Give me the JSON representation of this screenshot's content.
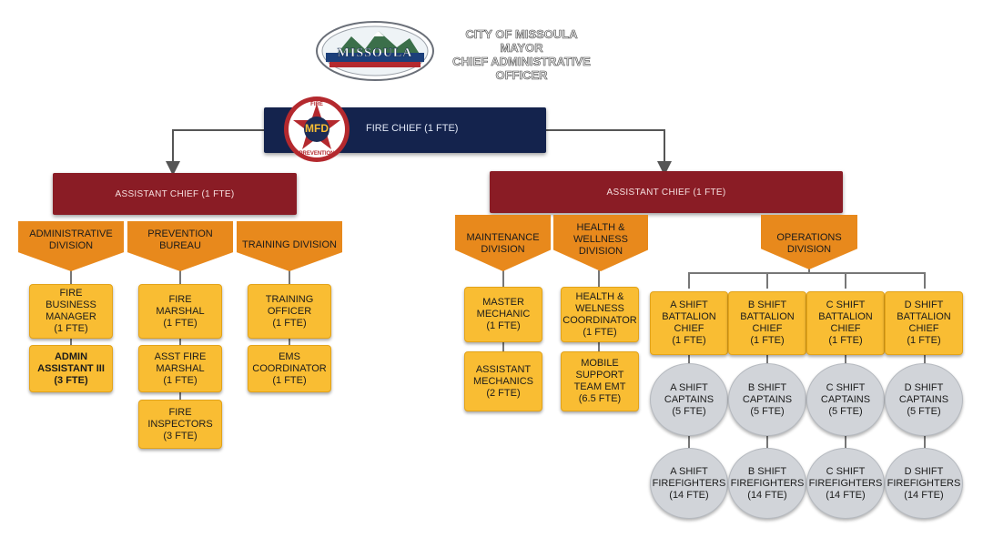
{
  "header": {
    "logo_text": "MISSOULA",
    "city_block": "CITY OF MISSOULA\nMAYOR\nCHIEF ADMINISTRATIVE\nOFFICER"
  },
  "fire_chief": {
    "label": "FIRE CHIEF (1 FTE)",
    "emblem_text": "MFD",
    "emblem_ring_top": "FIRE",
    "emblem_ring_bottom": "PREVENTION"
  },
  "assistant_chiefs": {
    "left": "ASSISTANT CHIEF  (1 FTE)",
    "right": "ASSISTANT CHIEF  (1 FTE)"
  },
  "divisions": {
    "administrative": "ADMINISTRATIVE\nDIVISION",
    "prevention": "PREVENTION\nBUREAU",
    "training": "TRAINING DIVISION",
    "maintenance": "MAINTENANCE\nDIVISION",
    "health": "HEALTH &\nWELLNESS\nDIVISION",
    "operations": "OPERATIONS\nDIVISION"
  },
  "positions": {
    "fire_business_manager": "FIRE\nBUSINESS\nMANAGER\n(1 FTE)",
    "admin_assistant": "ADMIN\nASSISTANT III\n(3 FTE)",
    "fire_marshal": "FIRE\nMARSHAL\n(1 FTE)",
    "asst_fire_marshal": "ASST FIRE\nMARSHAL\n(1 FTE)",
    "fire_inspectors": "FIRE\nINSPECTORS\n(3 FTE)",
    "training_officer": "TRAINING\nOFFICER\n(1 FTE)",
    "ems_coordinator": "EMS\nCOORDINATOR\n(1 FTE)",
    "master_mechanic": "MASTER\nMECHANIC\n(1 FTE)",
    "assistant_mechanics": "ASSISTANT\nMECHANICS\n(2 FTE)",
    "health_coordinator": "HEALTH &\nWELNESS\nCOORDINATOR\n(1 FTE)",
    "mobile_support": "MOBILE\nSUPPORT\nTEAM EMT\n(6.5 FTE)"
  },
  "shifts": [
    {
      "chief": "A SHIFT\nBATTALION\nCHIEF\n(1 FTE)",
      "captains": "A SHIFT\nCAPTAINS\n(5 FTE)",
      "firefighters": "A SHIFT\nFIREFIGHTERS\n(14 FTE)"
    },
    {
      "chief": "B SHIFT\nBATTALION\nCHIEF\n(1 FTE)",
      "captains": "B SHIFT\nCAPTAINS\n(5 FTE)",
      "firefighters": "B SHIFT\nFIREFIGHTERS\n(14 FTE)"
    },
    {
      "chief": "C SHIFT\nBATTALION\nCHIEF\n(1 FTE)",
      "captains": "C SHIFT\nCAPTAINS\n(5 FTE)",
      "firefighters": "C SHIFT\nFIREFIGHTERS\n(14 FTE)"
    },
    {
      "chief": "D SHIFT\nBATTALION\nCHIEF\n(1 FTE)",
      "captains": "D SHIFT\nCAPTAINS\n(5 FTE)",
      "firefighters": "D SHIFT\nFIREFIGHTERS\n(14 FTE)"
    }
  ],
  "colors": {
    "fire_chief_bg": "#14234d",
    "assistant_bg": "#8a1c25",
    "division_bg": "#e8891c",
    "position_bg": "#f9bd33",
    "shift_bubble_bg": "#d1d4d9"
  }
}
